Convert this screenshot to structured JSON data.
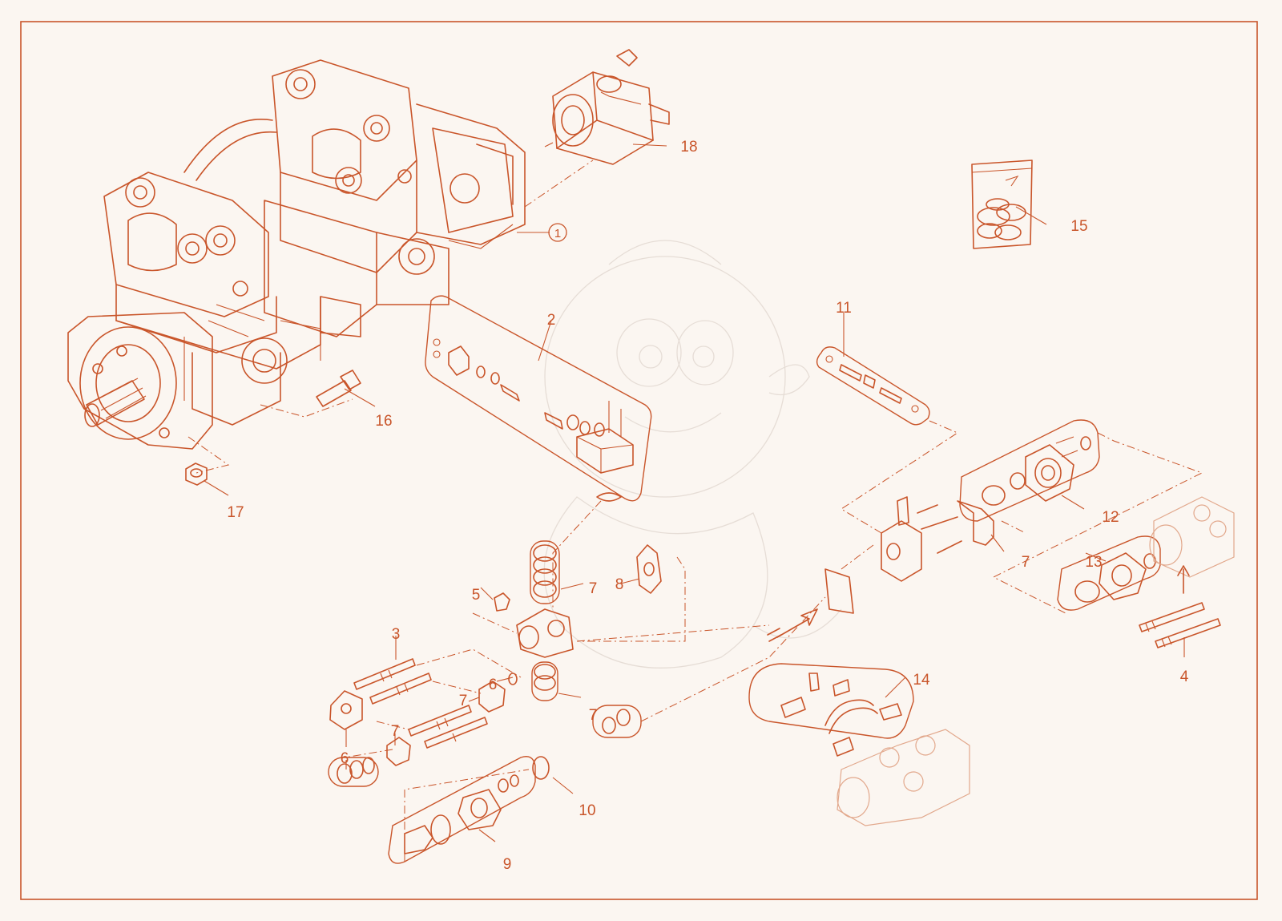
{
  "diagram": {
    "callouts": [
      {
        "id": "c1",
        "text": "1",
        "circled": true
      },
      {
        "id": "c2",
        "text": "2"
      },
      {
        "id": "c3",
        "text": "3"
      },
      {
        "id": "c4",
        "text": "4"
      },
      {
        "id": "c5",
        "text": "5"
      },
      {
        "id": "c6a",
        "text": "6"
      },
      {
        "id": "c6b",
        "text": "6"
      },
      {
        "id": "c7a",
        "text": "7"
      },
      {
        "id": "c7b",
        "text": "7"
      },
      {
        "id": "c7c",
        "text": "7"
      },
      {
        "id": "c7d",
        "text": "7"
      },
      {
        "id": "c7e",
        "text": "7"
      },
      {
        "id": "c8",
        "text": "8"
      },
      {
        "id": "c9",
        "text": "9"
      },
      {
        "id": "c10",
        "text": "10"
      },
      {
        "id": "c11",
        "text": "11"
      },
      {
        "id": "c12",
        "text": "12"
      },
      {
        "id": "c13",
        "text": "13"
      },
      {
        "id": "c14",
        "text": "14"
      },
      {
        "id": "c15",
        "text": "15"
      },
      {
        "id": "c16",
        "text": "16"
      },
      {
        "id": "c17",
        "text": "17"
      },
      {
        "id": "c18",
        "text": "18"
      }
    ],
    "colors": {
      "line": "#c9552a",
      "line_faint": "#e2a88c",
      "background": "#fbf6f1",
      "watermark": "#e6ddd6"
    }
  }
}
